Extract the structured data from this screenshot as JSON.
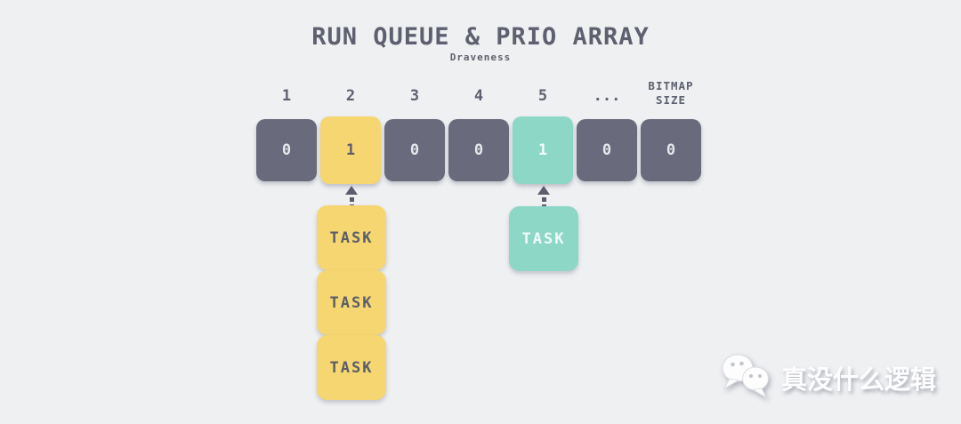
{
  "title": "RUN QUEUE & PRIO ARRAY",
  "subtitle": "Draveness",
  "array": {
    "headers": [
      "1",
      "2",
      "3",
      "4",
      "5",
      "..."
    ],
    "bitmap_label": {
      "line1": "BITMAP",
      "line2": "SIZE"
    },
    "cells": [
      {
        "index": "1",
        "value": "0",
        "variant": "grey"
      },
      {
        "index": "2",
        "value": "1",
        "variant": "yellow"
      },
      {
        "index": "3",
        "value": "0",
        "variant": "grey"
      },
      {
        "index": "4",
        "value": "0",
        "variant": "grey"
      },
      {
        "index": "5",
        "value": "1",
        "variant": "teal"
      },
      {
        "index": "...",
        "value": "0",
        "variant": "grey"
      },
      {
        "index": "BITMAP SIZE",
        "value": "0",
        "variant": "grey"
      }
    ]
  },
  "queues": [
    {
      "column": "2",
      "color": "yellow",
      "tasks": [
        "TASK",
        "TASK",
        "TASK"
      ]
    },
    {
      "column": "5",
      "color": "teal",
      "tasks": [
        "TASK"
      ]
    }
  ],
  "watermark": {
    "icon": "wechat-icon",
    "text": "真没什么逻辑"
  },
  "colors": {
    "background": "#eff0f2",
    "cell_grey": "#696a7b",
    "cell_yellow": "#f5d670",
    "cell_teal": "#8dd7c7",
    "text_dark": "#5e606f",
    "text_light": "#e8e9ed",
    "watermark_white": "#fdfdfe"
  }
}
